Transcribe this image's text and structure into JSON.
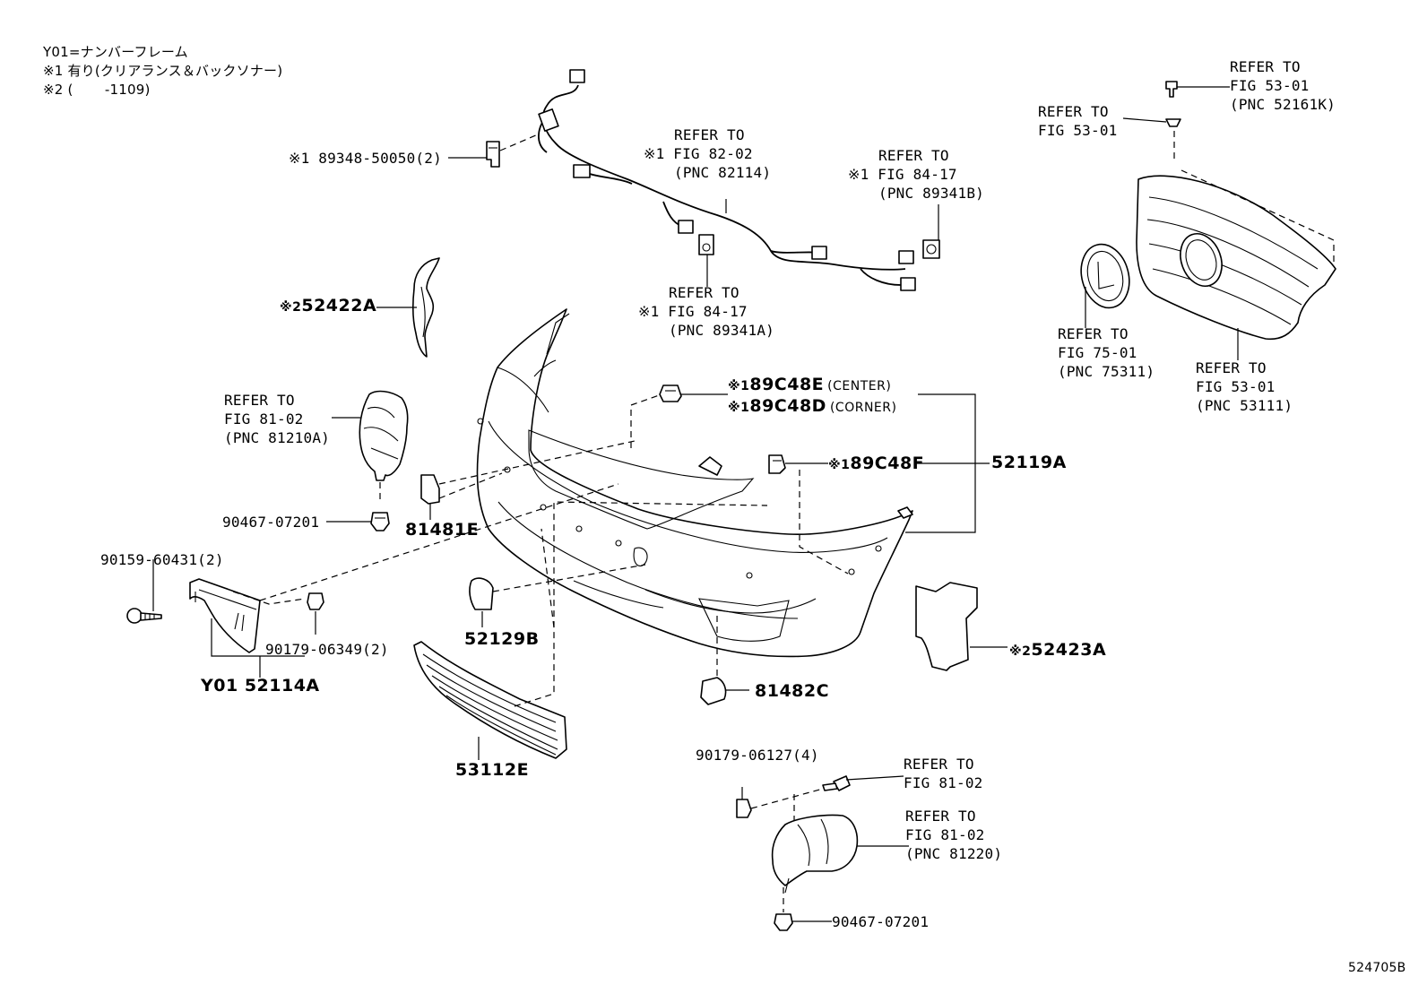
{
  "legend": {
    "line1": "Y01=ナンバーフレーム",
    "line2": "※1 有り(クリアランス＆バックソナー)",
    "line3": "※2 (　　 -1109)"
  },
  "refs": {
    "r52161k": [
      "REFER TO",
      "FIG 53-01",
      "(PNC 52161K)"
    ],
    "r5301": [
      "REFER TO",
      "FIG 53-01"
    ],
    "r82114": [
      "REFER TO",
      "※1 FIG 82-02",
      "(PNC 82114)"
    ],
    "r89341b": [
      "REFER TO",
      "※1 FIG 84-17",
      "(PNC 89341B)"
    ],
    "r89341a": [
      "REFER TO",
      "※1 FIG 84-17",
      "(PNC 89341A)"
    ],
    "r81210a": [
      "REFER TO",
      "FIG 81-02",
      "(PNC 81210A)"
    ],
    "r75311": [
      "REFER TO",
      "FIG 75-01",
      "(PNC 75311)"
    ],
    "r53111": [
      "REFER TO",
      "FIG 53-01",
      "(PNC 53111)"
    ],
    "r8102": [
      "REFER TO",
      "FIG 81-02"
    ],
    "r81220": [
      "REFER TO",
      "FIG 81-02",
      "(PNC 81220)"
    ]
  },
  "parts": {
    "p89348": "※1 89348-50050(2)",
    "p52422a": "52422A",
    "p52422a_mark": "※2",
    "p89c48e": "89C48E",
    "p89c48e_note": "(CENTER)",
    "p89c48d": "89C48D",
    "p89c48d_note": "(CORNER)",
    "mark1": "※1",
    "p89c48f": "89C48F",
    "p52119a": "52119A",
    "p90467a": "90467-07201",
    "p81481e": "81481E",
    "p90159": "90159-60431(2)",
    "p90179a": "90179-06349(2)",
    "p52114a": "Y01 52114A",
    "p52129b": "52129B",
    "p81482c": "81482C",
    "p52423a": "52423A",
    "p52423a_mark": "※2",
    "p53112e": "53112E",
    "p90179b": "90179-06127(4)",
    "p90467b": "90467-07201"
  },
  "figure_id": "524705B"
}
